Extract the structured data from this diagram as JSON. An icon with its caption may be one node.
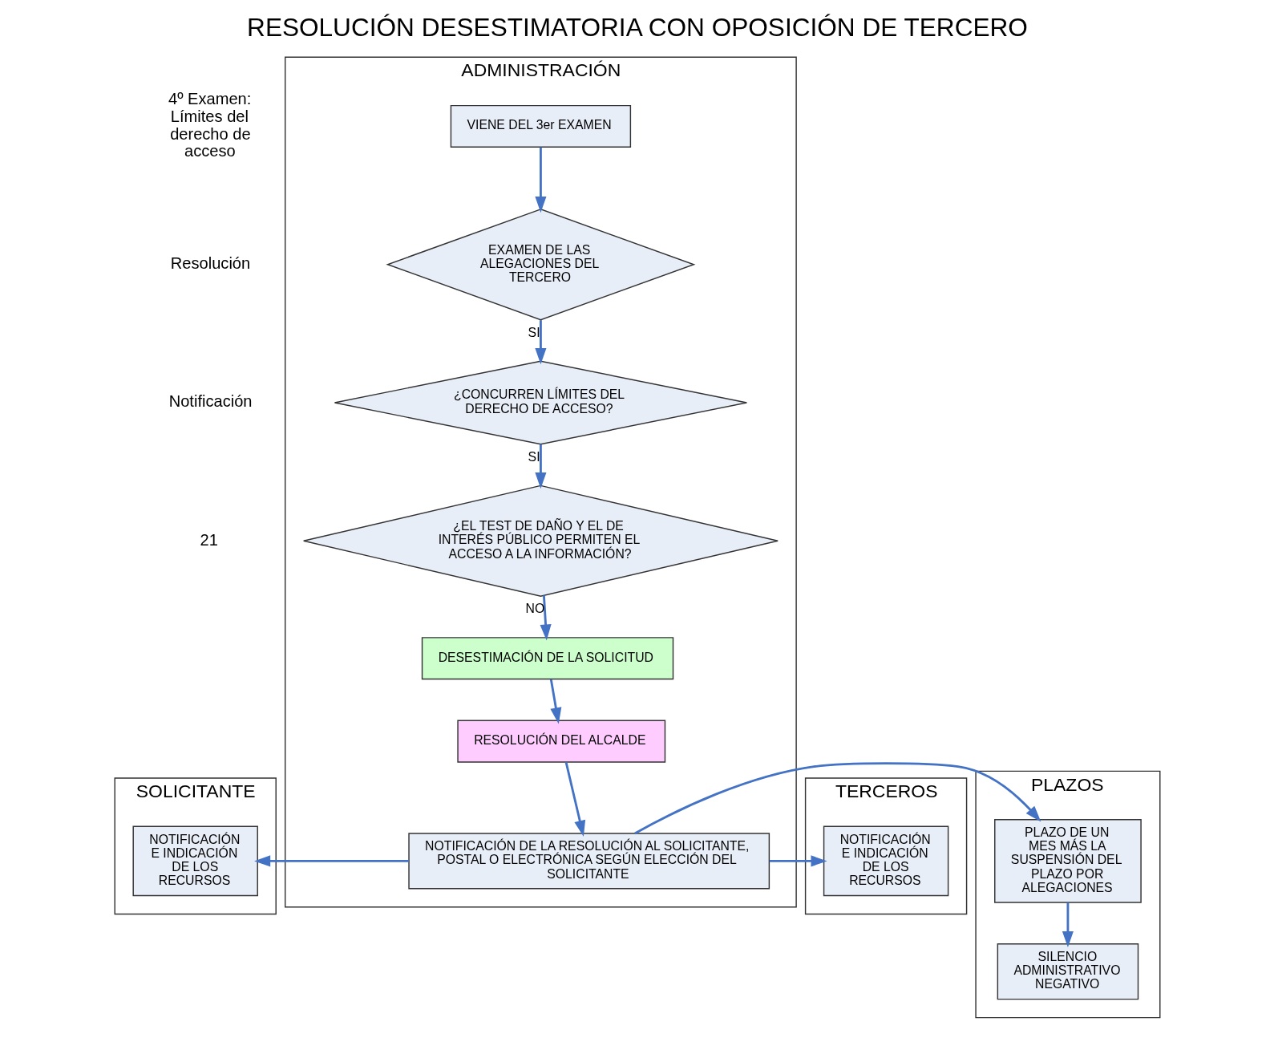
{
  "diagram": {
    "title": "RESOLUCIÓN DESESTIMATORIA CON OPOSICIÓN DE TERCERO",
    "nodes": [
      {
        "text": [
          "SOLICITANTE"
        ]
      },
      {
        "text": [
          "ADMINISTRACIÓN"
        ]
      },
      {
        "text": [
          "TERCEROS"
        ]
      },
      {
        "text": [
          "PLAZOS"
        ]
      },
      {
        "text": [
          "VIENE DEL 3er EXAMEN"
        ],
        "in": 1
      },
      {
        "text": [
          "EXAMEN DE LAS ALEGACIONES DEL TERCERO"
        ],
        "in": 1
      },
      {
        "text": [
          "¿CONCURREN LÍMITES DEL DERECHO DE ACCESO?"
        ],
        "in": 1
      },
      {
        "text": [
          "¿EL TEST DE DAÑO Y EL DE INTERÉS PÚBLICO PERMITEN EL ACCESO A LA INFORMACIÓN?"
        ],
        "in": 1
      },
      {
        "text": [
          "DESESTIMACIÓN DE LA SOLICITUD"
        ],
        "in": 1
      },
      {
        "text": [
          "RESOLUCIÓN DEL ALCALDE"
        ],
        "in": 1
      },
      {
        "text": [
          "NOTIFICACIÓN E INDICACIÓN DE LOS RECURSOS"
        ],
        "in": 0
      },
      {
        "text": [
          "NOTIFICACIÓN DE LA RESOLUCIÓN AL SOLICITANTE, POSTAL O ELECTRÓNICA SEGÚN ELECCIÓN DEL SOLICITANTE"
        ],
        "in": 1
      },
      {
        "text": [
          "NOTIFICACIÓN E INDICACIÓN DE LOS RECURSOS"
        ],
        "in": 2
      },
      {
        "text": [
          "PLAZO DE UN MES MÁS LA SUSPENSIÓN DEL PLAZO POR ALEGACIONES"
        ],
        "in": 3
      },
      {
        "text": [
          "SILENCIO ADMINISTRATIVO NEGATIVO"
        ],
        "in": 3
      }
    ],
    "edges": [
      {
        "from": 4,
        "to": 5,
        "arrow": "to"
      },
      {
        "from": 5,
        "to": 6,
        "arrow": "to",
        "label": "SI"
      },
      {
        "from": 6,
        "to": 7,
        "arrow": "to",
        "label": "SI"
      },
      {
        "from": 7,
        "to": 8,
        "arrow": "to",
        "label": "NO"
      },
      {
        "from": 8,
        "to": 9,
        "arrow": "to"
      },
      {
        "from": 9,
        "to": 11,
        "arrow": "to"
      },
      {
        "from": 11,
        "to": 10,
        "arrow": "to"
      },
      {
        "from": 11,
        "to": 12,
        "arrow": "to"
      },
      {
        "from": 11,
        "to": 13,
        "arrow": "to"
      },
      {
        "from": 13,
        "to": 14,
        "arrow": "to"
      }
    ],
    "labels": [
      "4º Examen: Límites del derecho de acceso",
      "Resolución",
      "Notificación",
      "21"
    ]
  }
}
